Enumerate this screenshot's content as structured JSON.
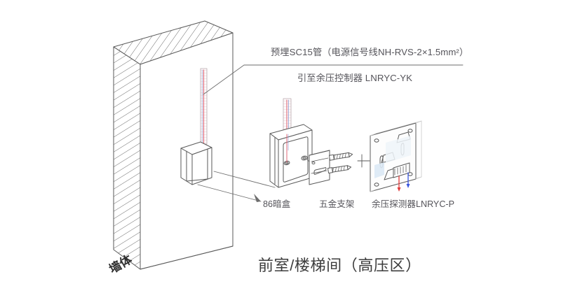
{
  "diagram": {
    "title": "前室/楼梯间（高压区）",
    "wall_label": "墙体",
    "callouts": {
      "conduit": "预埋SC15管（电源信号线NH-RVS-2×1.5mm²）",
      "controller": "引至余压控制器 LNRYC-YK"
    },
    "parts": [
      {
        "id": "junction-box",
        "label": "86暗盒"
      },
      {
        "id": "hardware-bracket",
        "label": "五金支架"
      },
      {
        "id": "pressure-detector",
        "label": "余压探测器LNRYC-P"
      }
    ],
    "colors": {
      "line": "#5a5a5a",
      "hatch": "#6b6b6b",
      "conduit_wire_red": "#e06a7a",
      "conduit_wire_blue": "#7b86c9",
      "terminal_red": "#e03b3b",
      "terminal_blue": "#3b57e0",
      "panel_screen": "#dfe9f2",
      "text": "#55545a",
      "background": "#ffffff"
    }
  }
}
